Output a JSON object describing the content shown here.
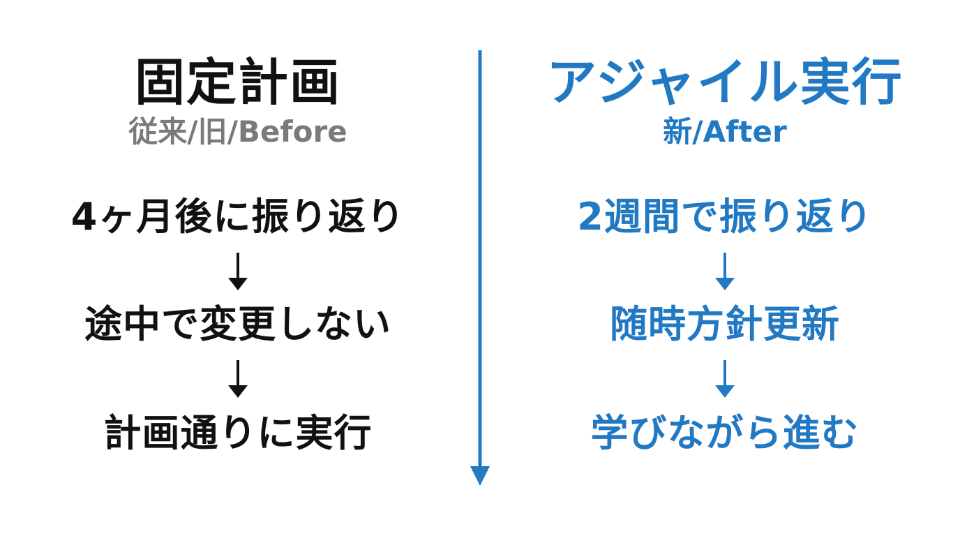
{
  "colors": {
    "left_text": "#111111",
    "left_subtitle": "#7a7a7a",
    "accent_blue": "#2179c4",
    "background": "#ffffff"
  },
  "left": {
    "title": "固定計画",
    "subtitle": "従来/旧/Before",
    "steps": [
      "4ヶ月後に振り返り",
      "途中で変更しない",
      "計画通りに実行"
    ],
    "arrow_icon": "arrow-down-icon"
  },
  "right": {
    "title": "アジャイル実行",
    "subtitle": "新/After",
    "steps": [
      "2週間で振り返り",
      "随時方針更新",
      "学びながら進む"
    ],
    "arrow_icon": "arrow-down-icon"
  },
  "divider": {
    "icon": "vertical-arrow-divider-icon"
  }
}
